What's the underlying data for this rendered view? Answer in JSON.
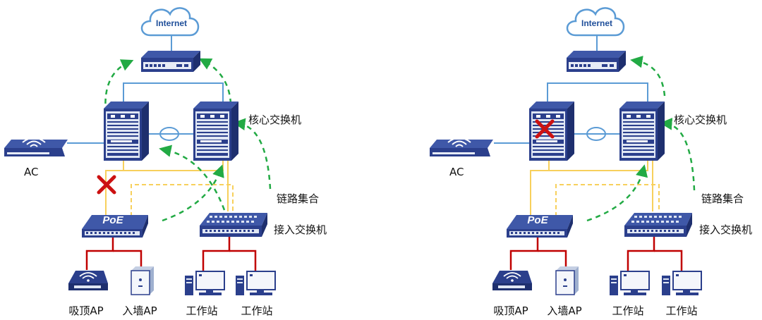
{
  "labels": {
    "internet": "Internet",
    "core_switch": "核心交换机",
    "ac": "AC",
    "link_aggregation": "链路集合",
    "access_switch": "接入交换机",
    "poe": "PoE",
    "ceiling_ap": "吸顶AP",
    "wall_ap": "入墙AP",
    "workstation": "工作站"
  },
  "diagrams": [
    {
      "failed_device": "poe-uplink-link"
    },
    {
      "failed_device": "core-switch-left"
    }
  ],
  "colors": {
    "device_blue": "#2b3f8c",
    "device_light": "#dfe6f3",
    "link_blue": "#5b9bd5",
    "link_yellow": "#f7d05c",
    "link_red": "#c00000",
    "path_green": "#22aa44",
    "fail_red": "#cc1111",
    "cloud_outline": "#5b9bd5"
  },
  "icons": [
    "cloud-icon",
    "router-icon",
    "core-switch-icon",
    "ac-controller-icon",
    "poe-switch-icon",
    "access-switch-icon",
    "ceiling-ap-icon",
    "wall-ap-icon",
    "workstation-icon",
    "failure-x-icon",
    "wifi-icon"
  ]
}
